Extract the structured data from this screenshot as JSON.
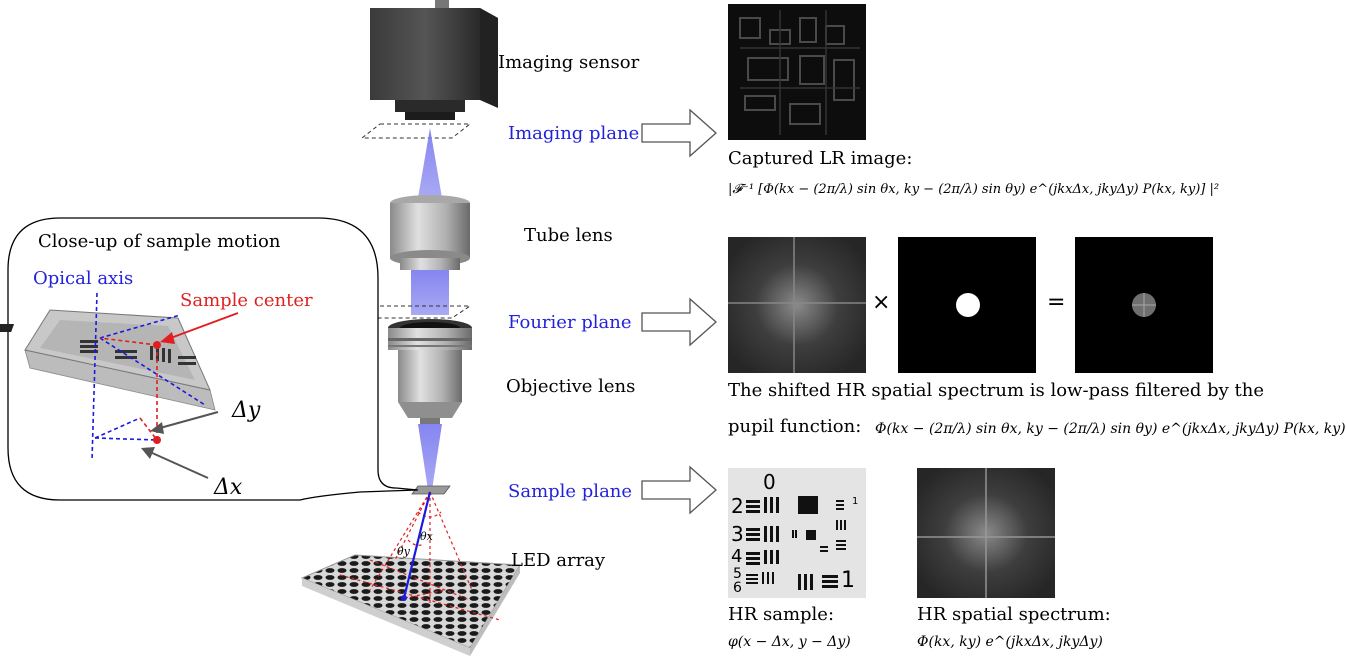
{
  "microscope": {
    "imaging_sensor": "Imaging sensor",
    "imaging_plane": "Imaging plane",
    "tube_lens": "Tube lens",
    "fourier_plane": "Fourier plane",
    "objective_lens": "Objective lens",
    "sample_plane": "Sample plane",
    "led_array": "LED array",
    "theta_x": "θx",
    "theta_y": "θy"
  },
  "closeup": {
    "title": "Close-up of sample motion",
    "optical_axis": "Opical axis",
    "sample_center": "Sample center",
    "delta_y": "Δy",
    "delta_x": "Δx"
  },
  "captured": {
    "title": "Captured LR image:",
    "formula": "|𝓕⁻¹ [Φ(kx − (2π/λ) sin θx, ky − (2π/λ) sin θy) e^(jkxΔx, jkyΔy) P(kx, ky)] |²"
  },
  "fourier_row": {
    "times": "×",
    "equals": "=",
    "desc_line1": "The shifted HR spatial spectrum is low-pass filtered by the",
    "desc_line2": "pupil function:",
    "formula": "Φ(kx − (2π/λ) sin θx, ky − (2π/λ) sin θy) e^(jkxΔx, jkyΔy) P(kx, ky)"
  },
  "hr_sample": {
    "title": "HR sample:",
    "formula": "φ(x − Δx, y − Δy)",
    "target_numbers": [
      "0",
      "1",
      "2",
      "3",
      "4",
      "5",
      "6",
      "1"
    ]
  },
  "hr_spectrum": {
    "title": "HR spatial spectrum:",
    "formula": "Φ(kx, ky) e^(jkxΔx, jkyΔy)"
  },
  "colors": {
    "blue_label": "#2222dd",
    "red_label": "#e02020",
    "beam": "#7777ee"
  }
}
